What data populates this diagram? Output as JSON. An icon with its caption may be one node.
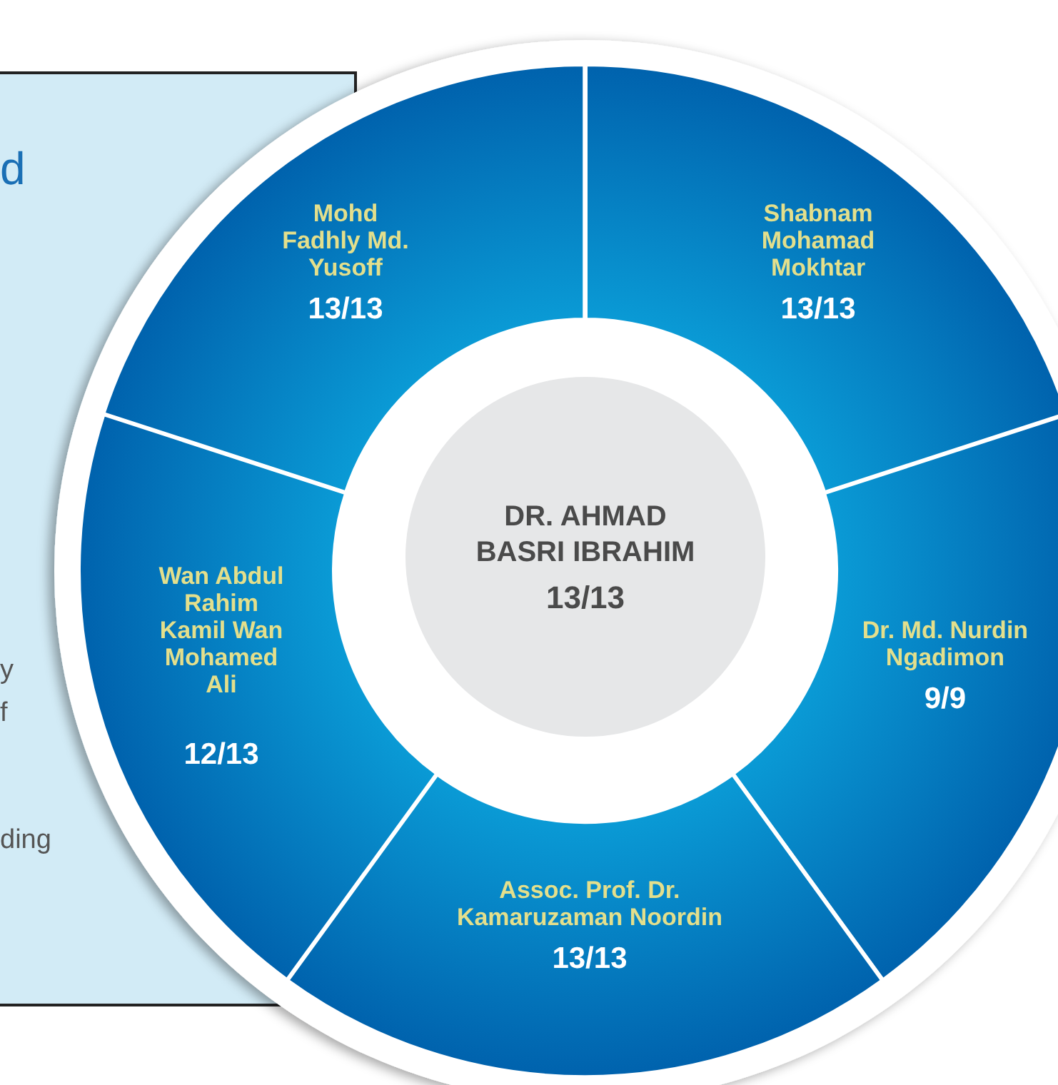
{
  "diagram": {
    "nodes": [
      {
        "text": [
          "d",
          "y",
          "f",
          "ding"
        ]
      },
      {
        "text": [
          "Mohd Fadhly Md. Yusoff",
          "13/13"
        ]
      },
      {
        "text": [
          "Shabnam Mohamad Mokhtar",
          "13/13"
        ]
      },
      {
        "text": [
          "DR. AHMAD BASRI IBRAHIM",
          "13/13"
        ]
      },
      {
        "text": [
          "Wan Abdul Rahim Kamil Wan Mohamed Ali",
          "12/13"
        ]
      },
      {
        "text": [
          "Dr. Md. Nurdin Ngadimon",
          "9/9"
        ]
      },
      {
        "text": [
          "Assoc. Prof. Dr. Kamaruzaman Noordin",
          "13/13"
        ]
      }
    ]
  }
}
